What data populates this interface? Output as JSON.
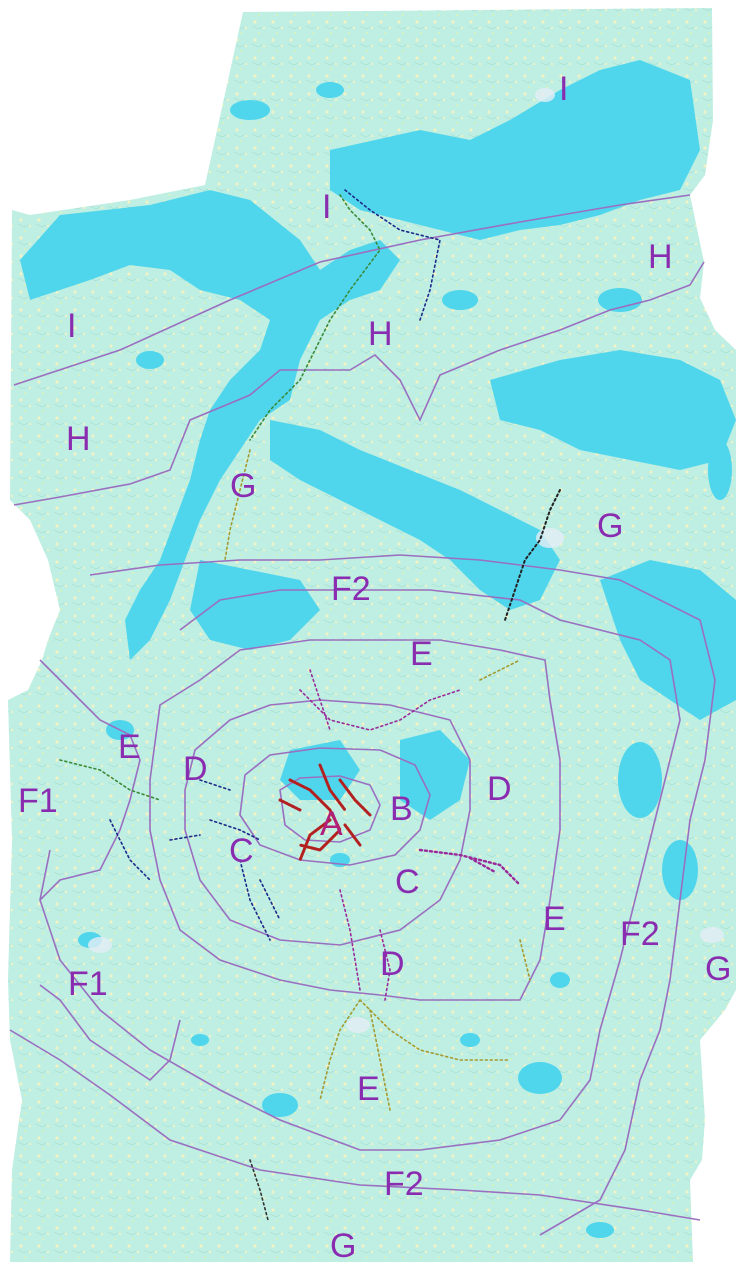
{
  "colors": {
    "land": "#bfeee2",
    "water": "#4fd6ec",
    "field": "#eef3c8",
    "zone_border": "#9a6fc0",
    "label": "#8a2cb0",
    "center_route": "#b32020",
    "route_blue": "#1c2a8a",
    "route_purple": "#9a2a9a",
    "route_green": "#3a8a3a",
    "route_olive": "#a59a30"
  },
  "zones": {
    "labels": [
      {
        "id": "I-north",
        "text": "I"
      },
      {
        "id": "I-top",
        "text": "I"
      },
      {
        "id": "I-west",
        "text": "I"
      },
      {
        "id": "H-east",
        "text": "H"
      },
      {
        "id": "H-center",
        "text": "H"
      },
      {
        "id": "H-west",
        "text": "H"
      },
      {
        "id": "G-north",
        "text": "G"
      },
      {
        "id": "G-northeast",
        "text": "G"
      },
      {
        "id": "G-east",
        "text": "G"
      },
      {
        "id": "G-south",
        "text": "G"
      },
      {
        "id": "F2-north",
        "text": "F2"
      },
      {
        "id": "F2-east",
        "text": "F2"
      },
      {
        "id": "F2-south",
        "text": "F2"
      },
      {
        "id": "F1-west",
        "text": "F1"
      },
      {
        "id": "F1-southwest",
        "text": "F1"
      },
      {
        "id": "E-north",
        "text": "E"
      },
      {
        "id": "E-west",
        "text": "E"
      },
      {
        "id": "E-east",
        "text": "E"
      },
      {
        "id": "E-south",
        "text": "E"
      },
      {
        "id": "D-west",
        "text": "D"
      },
      {
        "id": "D-east",
        "text": "D"
      },
      {
        "id": "D-south",
        "text": "D"
      },
      {
        "id": "C-west",
        "text": "C"
      },
      {
        "id": "C-southeast",
        "text": "C"
      },
      {
        "id": "B",
        "text": "B"
      },
      {
        "id": "A",
        "text": "A"
      }
    ]
  }
}
